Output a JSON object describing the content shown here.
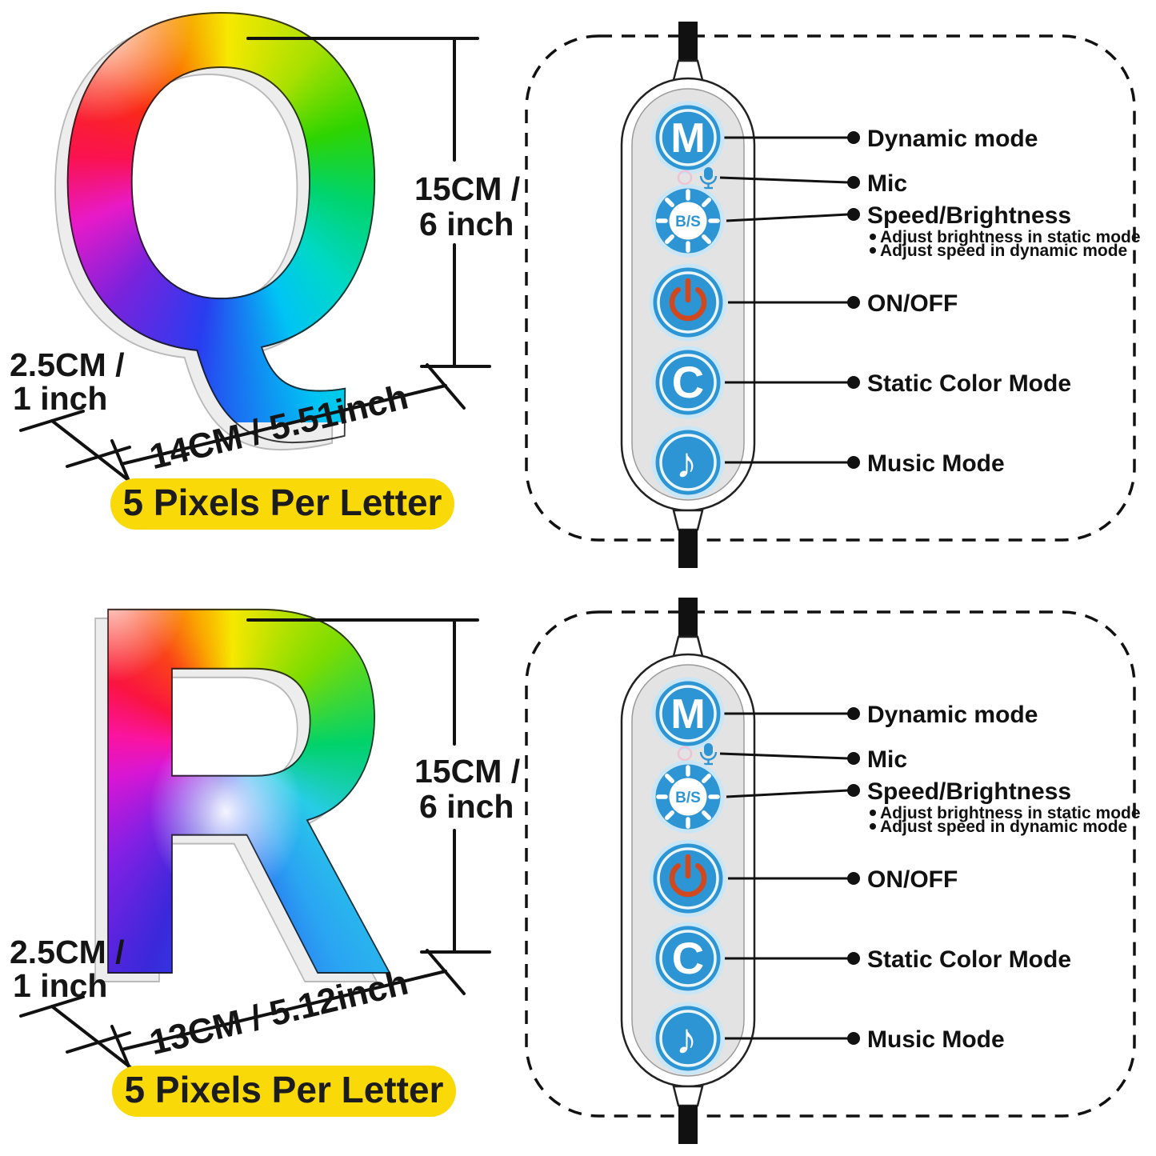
{
  "letters": [
    {
      "glyph": "Q",
      "height_line1": "15CM /",
      "height_line2": "6 inch",
      "depth_line1": "2.5CM /",
      "depth_line2": "1 inch",
      "width_label": "14CM / 5.51inch",
      "badge": "5 Pixels Per Letter"
    },
    {
      "glyph": "R",
      "height_line1": "15CM /",
      "height_line2": "6 inch",
      "depth_line1": "2.5CM /",
      "depth_line2": "1 inch",
      "width_label": "13CM / 5.12inch",
      "badge": "5 Pixels Per Letter"
    }
  ],
  "controller": {
    "m_glyph": "M",
    "bs_glyph": "B/S",
    "c_glyph": "C",
    "music_glyph": "♪",
    "labels": {
      "dynamic": "Dynamic mode",
      "mic": "Mic",
      "speed": "Speed/Brightness",
      "speed_note1": "Adjust brightness in static mode",
      "speed_note2": "Adjust speed in dynamic mode",
      "onoff": "ON/OFF",
      "static": "Static Color Mode",
      "music": "Music Mode"
    }
  },
  "colors": {
    "button_blue": "#2E95D4",
    "button_halo": "#c9e6f7",
    "power_orange": "#D1481F",
    "badge_yellow": "#F9D908",
    "line_black": "#111111"
  }
}
